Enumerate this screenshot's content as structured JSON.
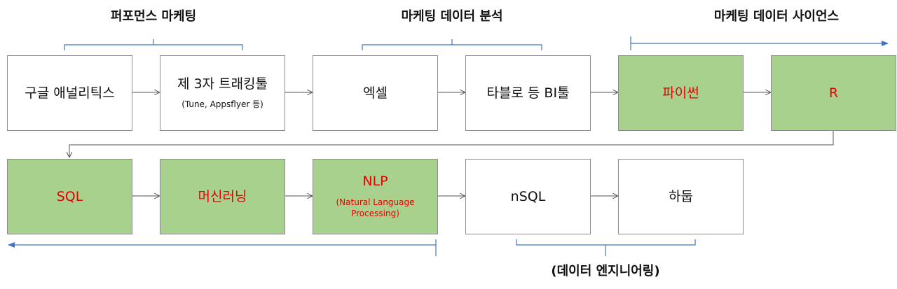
{
  "sections": {
    "performance": "퍼포먼스 마케팅",
    "analysis": "마케팅 데이터 분석",
    "science": "마케팅 데이터 사이언스",
    "engineering": "(데이터 엔지니어링)"
  },
  "nodes": [
    {
      "label": "구글 애널리틱스",
      "sub": ""
    },
    {
      "label": "제 3자 트래킹툴",
      "sub": "(Tune, Appsflyer 등)"
    },
    {
      "label": "엑셀",
      "sub": ""
    },
    {
      "label": "타블로 등 BI툴",
      "sub": ""
    },
    {
      "label": "파이썬",
      "sub": ""
    },
    {
      "label": "R",
      "sub": ""
    },
    {
      "label": "SQL",
      "sub": ""
    },
    {
      "label": "머신러닝",
      "sub": ""
    },
    {
      "label": "NLP",
      "sub": "(Natural Language Processing)"
    },
    {
      "label": "nSQL",
      "sub": ""
    },
    {
      "label": "하둡",
      "sub": ""
    }
  ],
  "colors": {
    "highlight_fill": "#a9d18e",
    "highlight_text": "#e60000",
    "bracket": "#4472c4",
    "border": "#8c8c8c",
    "arrow": "#555555"
  }
}
